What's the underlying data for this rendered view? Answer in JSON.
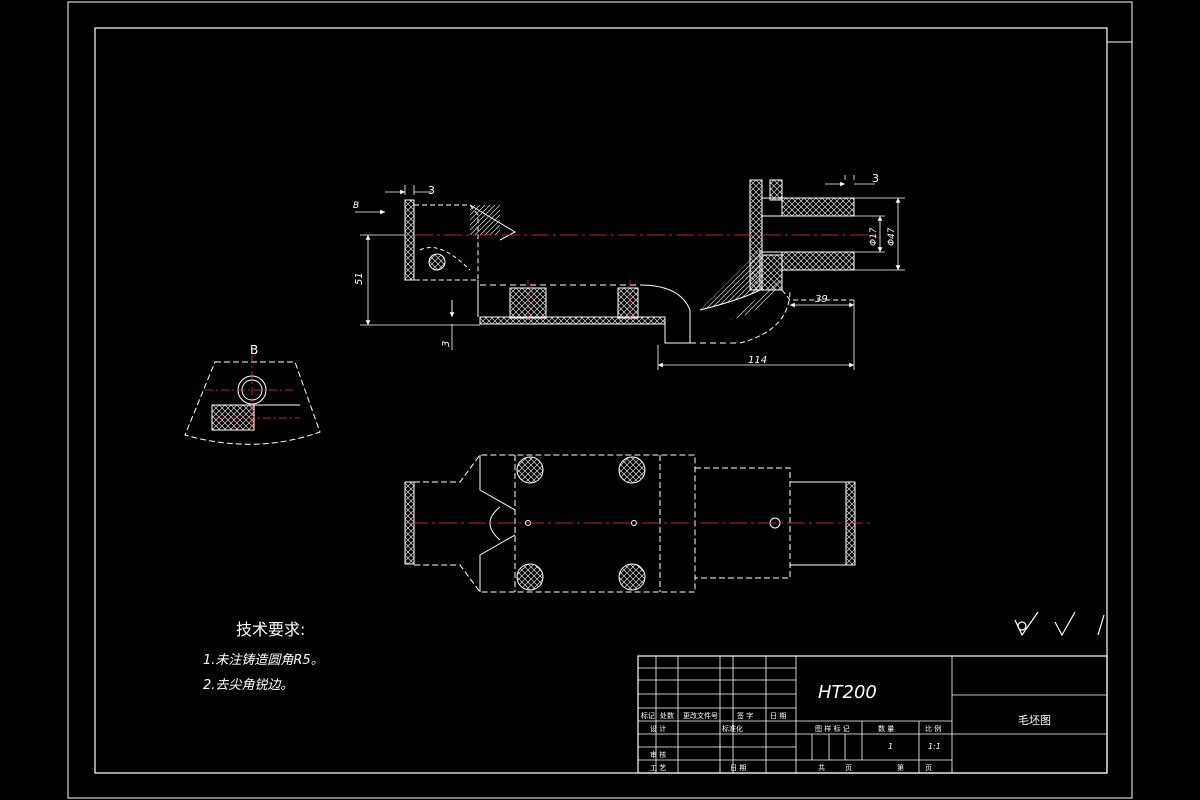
{
  "drawing": {
    "tech_title": "技术要求:",
    "tech_req_1": "1.未注铸造圆角R5。",
    "tech_req_2": "2.去尖角锐边。",
    "material": "HT200",
    "drawing_name": "毛坯图",
    "section_label": "B",
    "view_arrow_label": "B",
    "dims": {
      "top_left": "3",
      "top_right": "3",
      "height": "51",
      "bottom": "3",
      "dia_inner": "Φ17",
      "dia_outer": "Φ47",
      "len_39": "39",
      "len_114": "114"
    },
    "title_block": {
      "biaoji": "标记",
      "chushu": "处数",
      "gengwen": "更改文件号",
      "qianzi": "签 字",
      "riqi": "日 期",
      "sheji": "设 计",
      "biaozhunhua": "标准化",
      "shenhe": "审 核",
      "gongyi": "工 艺",
      "riqi2": "日 期",
      "tuyang": "图 样 标 记",
      "zhongliang": "数 量",
      "bili": "比 例",
      "qty": "1",
      "scale": "1:1",
      "gong": "共",
      "zhang1": "页",
      "di": "第",
      "zhang2": "页"
    }
  }
}
